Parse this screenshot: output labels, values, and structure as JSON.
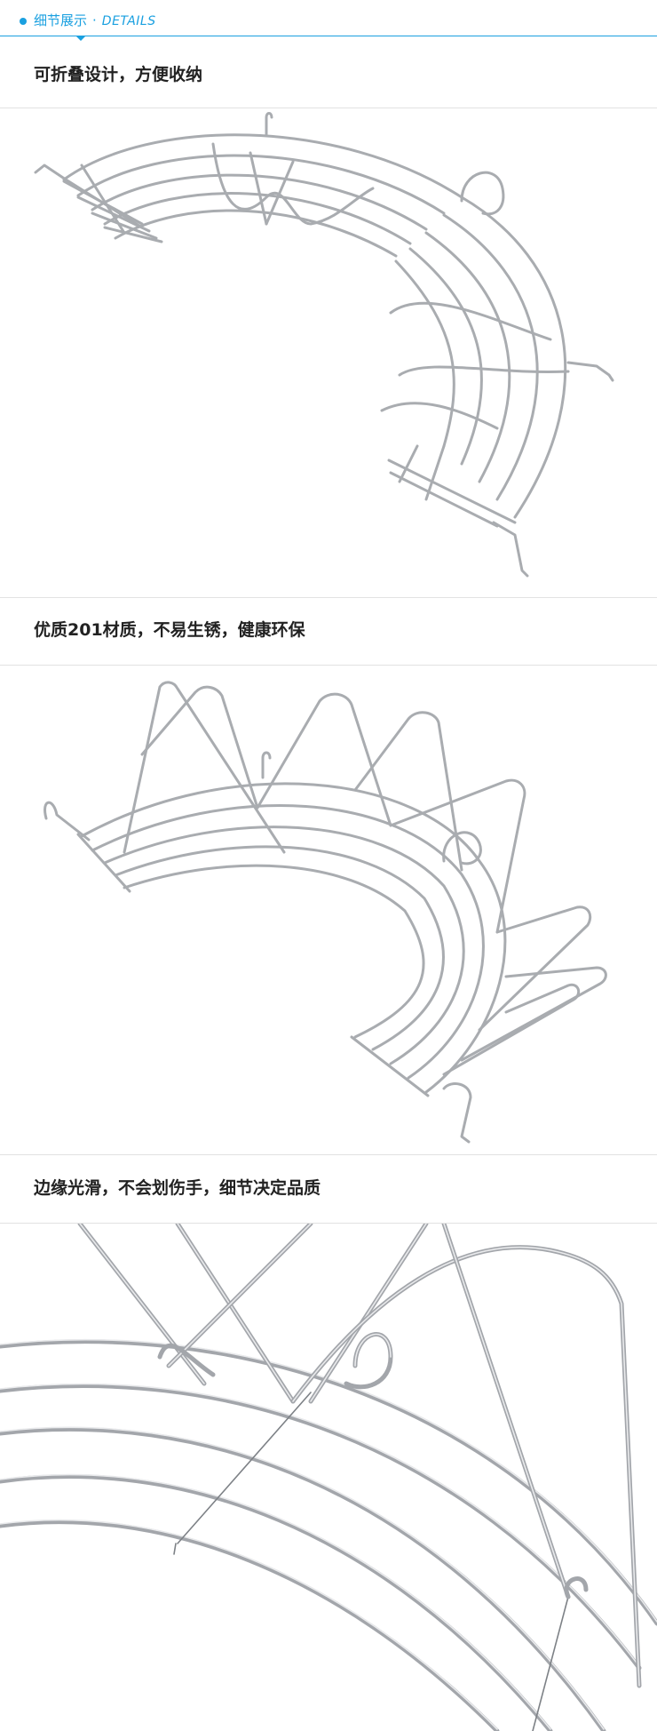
{
  "header": {
    "title_cn": "细节展示",
    "separator": "·",
    "title_en": "DETAILS",
    "accent_color": "#1aa0e0"
  },
  "sections": [
    {
      "caption": "可折叠设计，方便收纳",
      "image": "folding-wire-rack-photo"
    },
    {
      "caption": "优质201材质，不易生锈，健康环保",
      "image": "unfolded-wire-rack-photo"
    },
    {
      "caption": "边缘光滑，不会划伤手，细节决定品质",
      "image": "wire-closeup-photo"
    }
  ]
}
